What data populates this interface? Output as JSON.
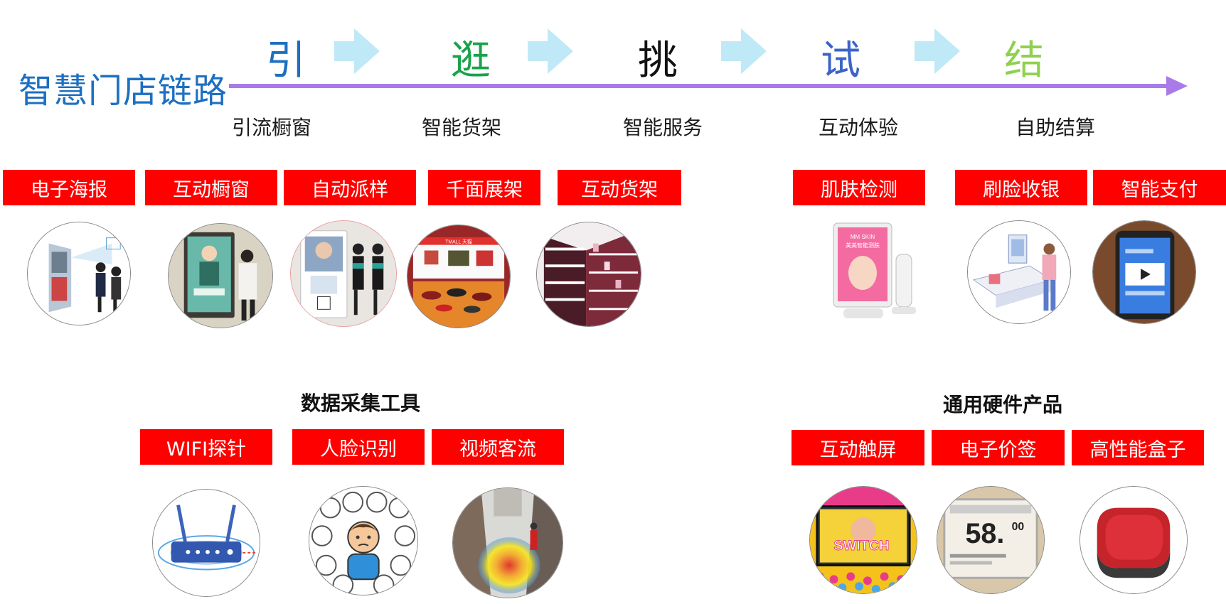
{
  "title": "智慧门店链路",
  "stages": [
    {
      "char": "引",
      "label": "引流橱窗",
      "color": "#1d6fc1"
    },
    {
      "char": "逛",
      "label": "智能货架",
      "color": "#1aa34a"
    },
    {
      "char": "挑",
      "label": "智能服务",
      "color": "#111111"
    },
    {
      "char": "试",
      "label": "互动体验",
      "color": "#3b64c8"
    },
    {
      "char": "结",
      "label": "自助结算",
      "color": "#8fd14f"
    }
  ],
  "top_tags": [
    "电子海报",
    "互动橱窗",
    "自动派样",
    "千面展架",
    "互动货架",
    "肌肤检测",
    "刷脸收银",
    "智能支付"
  ],
  "data_section": {
    "title": "数据采集工具",
    "tags": [
      "WIFI探针",
      "人脸识别",
      "视频客流"
    ]
  },
  "hardware_section": {
    "title": "通用硬件产品",
    "tags": [
      "互动触屏",
      "电子价签",
      "高性能盒子"
    ]
  },
  "images": {
    "mm_skin_line1": "MM SKIN",
    "mm_skin_line2": "美美智能测肤",
    "tmall": "TMALL 天猫",
    "switch": "SWITCH",
    "price": "58.",
    "price_sup": "00"
  },
  "colors": {
    "tag_bg": "#ff0000",
    "arrow": "#a97be9",
    "chevron": "#bfe9f7",
    "title": "#1d6fc1"
  }
}
